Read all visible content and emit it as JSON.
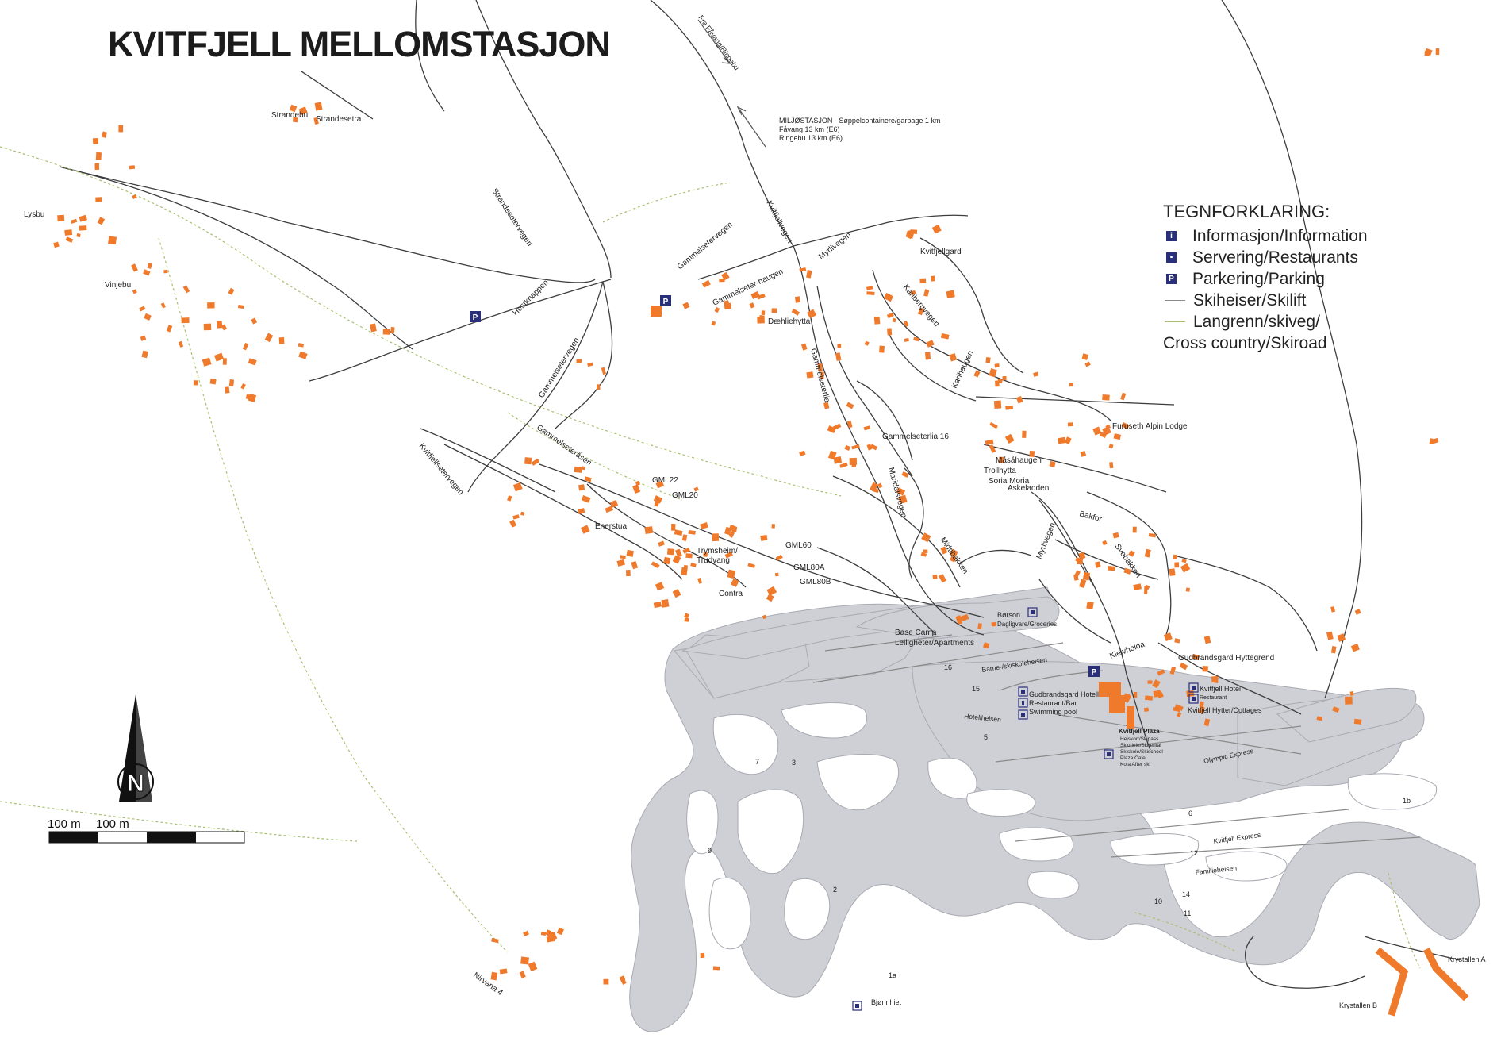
{
  "title": "KVITFJELL MELLOMSTASJON",
  "legend": {
    "heading": "TEGNFORKLARING:",
    "items": [
      {
        "icon": "info-icon",
        "label": "Informasjon/Information",
        "color": "#2a2f7a"
      },
      {
        "icon": "restaurant-icon",
        "label": "Servering/Restaurants",
        "color": "#2a2f7a"
      },
      {
        "icon": "parking-icon",
        "label": "Parkering/Parking",
        "color": "#2a2f7a"
      },
      {
        "icon": "ski-lift-line-icon",
        "label": "Skiheiser/Skilift",
        "color": "#8a8a8a"
      },
      {
        "icon": "cross-country-line-icon",
        "label": "Langrenn/skiveg/",
        "color": "#a8c070"
      }
    ],
    "continuation": "Cross country/Skiroad"
  },
  "info_note": {
    "line1": "MILJØSTASJON - Søppelcontainere/garbage 1 km",
    "line2": "Fåvang 13 km (E6)",
    "line3": "Ringebu 13 km (E6)"
  },
  "arrow_text": "Fra Fåvang/Ringebu",
  "roads": {
    "strandesetervegen": "Strandesetervegen",
    "hestknappen": "Hestknappen",
    "gammelsetervegen_a": "Gammelsetervegen",
    "gammelsetervegen_b": "Gammelsetervegen",
    "kvitfjellvegen": "Kvitfjellvegen",
    "myrlivegen_a": "Myrlivegen",
    "myrlivegen_b": "Myrlivegen",
    "gammelseterhaugen": "Gammelseter-haugen",
    "gammelseterlia": "Gammelseterlia",
    "karibergvegen": "Karibergvegen",
    "karihaugen": "Karihaugen",
    "gammelseterasen": "Gammelseteråsen",
    "kvitfjellsetervegen": "Kvitfjellsetervegen",
    "maridalsvegen": "Maridalsvegen",
    "midtibakken": "Midtibakken",
    "bakfor": "Bakfor",
    "svebakken": "Svebakken",
    "kleivholoa": "Kleivholoa",
    "nirvana": "Nirvana 4"
  },
  "places": {
    "strandebu": "Strandebu",
    "strandesetra": "Strandesetra",
    "lysbu": "Lysbu",
    "vinjebu": "Vinjebu",
    "daehliehytta": "Dæhliehytta",
    "kvitfjellgard": "Kvitfjellgard",
    "gammelseterlia16": "Gammelseterlia 16",
    "furuseth": "Furuseth Alpin Lodge",
    "masahaugen": "Måsåhaugen",
    "trollhytta": "Trollhytta",
    "soria_moria": "Soria Moria",
    "askeladden": "Askeladden",
    "gml22": "GML22",
    "gml20": "GML20",
    "enerstua": "Enerstua",
    "gml60": "GML60",
    "trymsheim": "Trymsheim/",
    "trudvang": "Trudvang",
    "gml80a": "GML80A",
    "gml80b": "GML80B",
    "contra": "Contra",
    "borson": "Børson",
    "dagligvare": "Dagligvare/Groceries",
    "base_camp": "Base Camp",
    "leiligheter": "Leiligheter/Apartments",
    "gudbrandsgard_hyttegrend": "Gudbrandsgard Hyttegrend",
    "gudbrandsgard_hotell": "Gudbrandsgard Hotell",
    "restaurant_bar": "Restaurant/Bar",
    "swimming_pool": "Swimming pool",
    "kvitfjell_hotel": "Kvitfjell Hotel",
    "restaurant_small": "Restaurant",
    "kvitfjell_hytter": "Kvitfjell Hytter/Cottages",
    "plaza_title": "Kvitfjell Plaza",
    "plaza_1": "Heiskort/Skipass",
    "plaza_2": "Skiutleie/Skirental",
    "plaza_3": "Skiskole/Skischool",
    "plaza_4": "Plaza Cafe",
    "plaza_5": "Kola After ski",
    "bjonnhiet": "Bjønnhiet",
    "krystallen_a": "Krystallen A",
    "krystallen_b": "Krystallen B"
  },
  "lifts": {
    "barne": "Barne-/skiskoleheisen",
    "hotellheisen": "Hotellheisen",
    "olympic": "Olympic Express",
    "kvitfjell_express": "Kvitfjell Express",
    "familieheisen": "Familieheisen"
  },
  "slopes": {
    "s16": "16",
    "s15": "15",
    "s5": "5",
    "s7": "7",
    "s3": "3",
    "s9": "9",
    "s2": "2",
    "s1a": "1a",
    "s6": "6",
    "s12": "12",
    "s1b": "1b",
    "s10": "10",
    "s14": "14",
    "s11": "11"
  },
  "parking_label": "P",
  "compass_letter": "N",
  "scale": {
    "left": "100 m",
    "right": "100 m"
  },
  "colors": {
    "building": "#f07a2c",
    "piste": "#cfd0d6",
    "road": "#3d3d3d",
    "xc": "#a8c070",
    "symbol": "#2a2f7a"
  }
}
